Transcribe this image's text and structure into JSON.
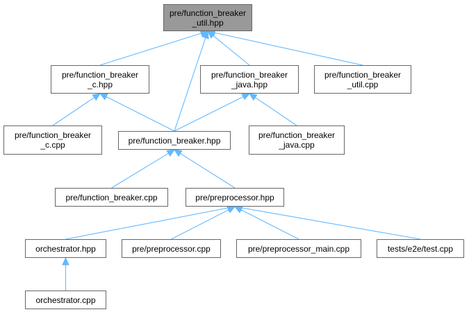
{
  "colors": {
    "edge": "#63b8ff",
    "node_border": "#666666",
    "root_fill": "#999999",
    "node_fill": "#ffffff"
  },
  "nodes": {
    "util_hpp": {
      "line1": "pre/function_breaker",
      "line2": "_util.hpp"
    },
    "c_hpp": {
      "line1": "pre/function_breaker",
      "line2": "_c.hpp"
    },
    "java_hpp": {
      "line1": "pre/function_breaker",
      "line2": "_java.hpp"
    },
    "util_cpp": {
      "line1": "pre/function_breaker",
      "line2": "_util.cpp"
    },
    "c_cpp": {
      "line1": "pre/function_breaker",
      "line2": "_c.cpp"
    },
    "fb_hpp": {
      "line1": "pre/function_breaker.hpp"
    },
    "java_cpp": {
      "line1": "pre/function_breaker",
      "line2": "_java.cpp"
    },
    "fb_cpp": {
      "line1": "pre/function_breaker.cpp"
    },
    "pp_hpp": {
      "line1": "pre/preprocessor.hpp"
    },
    "orch_hpp": {
      "line1": "orchestrator.hpp"
    },
    "pp_cpp": {
      "line1": "pre/preprocessor.cpp"
    },
    "pp_main": {
      "line1": "pre/preprocessor_main.cpp"
    },
    "test_cpp": {
      "line1": "tests/e2e/test.cpp"
    },
    "orch_cpp": {
      "line1": "orchestrator.cpp"
    }
  },
  "edges": [
    {
      "from": "c_hpp",
      "to": "util_hpp"
    },
    {
      "from": "fb_hpp",
      "to": "util_hpp"
    },
    {
      "from": "java_hpp",
      "to": "util_hpp"
    },
    {
      "from": "util_cpp",
      "to": "util_hpp"
    },
    {
      "from": "c_cpp",
      "to": "c_hpp"
    },
    {
      "from": "fb_hpp",
      "to": "c_hpp"
    },
    {
      "from": "fb_hpp",
      "to": "java_hpp"
    },
    {
      "from": "java_cpp",
      "to": "java_hpp"
    },
    {
      "from": "fb_cpp",
      "to": "fb_hpp"
    },
    {
      "from": "pp_hpp",
      "to": "fb_hpp"
    },
    {
      "from": "orch_hpp",
      "to": "pp_hpp"
    },
    {
      "from": "pp_cpp",
      "to": "pp_hpp"
    },
    {
      "from": "pp_main",
      "to": "pp_hpp"
    },
    {
      "from": "test_cpp",
      "to": "pp_hpp"
    },
    {
      "from": "orch_cpp",
      "to": "orch_hpp"
    }
  ]
}
